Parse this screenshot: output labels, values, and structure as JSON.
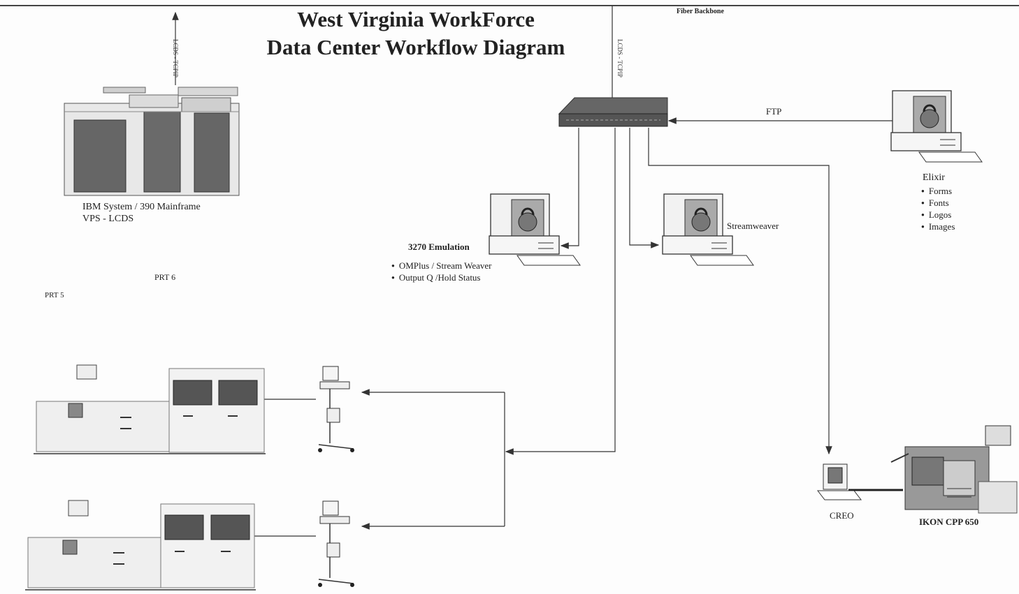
{
  "title": {
    "line1": "West Virginia WorkForce",
    "line2": "Data Center Workflow Diagram"
  },
  "labels": {
    "fiber_backbone": "Fiber Backbone",
    "lcds_tcpip_mainframe": "LCDS - TCPIP",
    "lcds_tcpip_switch": "LCDS - TCPIP",
    "ftp": "FTP",
    "mainframe_line1": "IBM System / 390 Mainframe",
    "mainframe_line2": "VPS - LCDS",
    "emulation": "3270 Emulation",
    "streamweaver": "Streamweaver",
    "elixir": "Elixir",
    "prt6": "PRT 6",
    "prt5": "PRT 5",
    "creo": "CREO",
    "ikon": "IKON CPP 650"
  },
  "emulation_bullets": [
    "OMPlus / Stream Weaver",
    "Output Q /Hold Status"
  ],
  "elixir_bullets": [
    "Forms",
    "Fonts",
    "Logos",
    "Images"
  ],
  "icons": [
    "mainframe-icon",
    "network-switch-icon",
    "workstation-lock-icon",
    "printer-icon",
    "printer-stand-icon",
    "creo-server-icon",
    "copier-icon"
  ]
}
